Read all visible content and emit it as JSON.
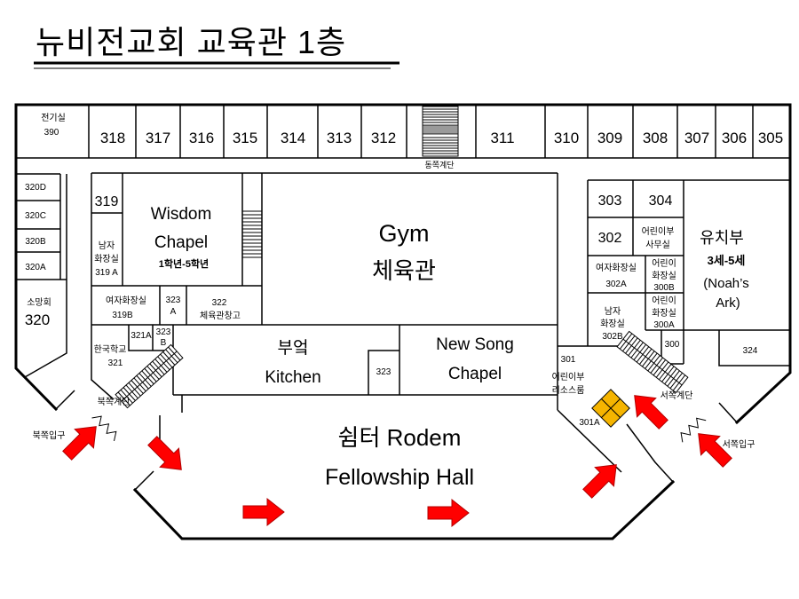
{
  "title": "뉴비전교회 교육관 1층",
  "top_row": {
    "electrical_room": {
      "name": "전기실",
      "number": "390"
    },
    "rooms": [
      "318",
      "317",
      "316",
      "315",
      "314",
      "313",
      "312",
      "311",
      "310",
      "309",
      "308",
      "307",
      "306",
      "305"
    ]
  },
  "stairs": {
    "east": "동쪽계단",
    "north": "북쪽계단",
    "west": "서쪽계단"
  },
  "entrances": {
    "north": "북쪽입구",
    "west": "서쪽입구"
  },
  "left_wing": {
    "rooms": [
      "320D",
      "320C",
      "320B",
      "320A"
    ],
    "hope_room": {
      "name": "소망회",
      "number": "320"
    }
  },
  "center": {
    "room_319": "319",
    "mens_restroom": {
      "line1": "남자",
      "line2": "화장실",
      "number": "319 A"
    },
    "wisdom_chapel": {
      "line1": "Wisdom",
      "line2": "Chapel",
      "grades": "1학년-5학년"
    },
    "womens_restroom": {
      "name": "여자화장실",
      "number": "319B"
    },
    "room_323a": {
      "line1": "323",
      "line2": "A"
    },
    "storage": {
      "number": "322",
      "name": "체육관창고"
    },
    "gym": {
      "english": "Gym",
      "korean": "체육관"
    },
    "kitchen": {
      "korean": "부엌",
      "english": "Kitchen"
    },
    "room_323": "323",
    "new_song_chapel": {
      "line1": "New Song",
      "line2": "Chapel"
    },
    "korean_school": {
      "name": "한국학교",
      "number": "321"
    },
    "room_321a": "321A",
    "room_323b": {
      "line1": "323",
      "line2": "B"
    }
  },
  "right_wing": {
    "room_303": "303",
    "room_304": "304",
    "room_302": "302",
    "childrens_office": {
      "line1": "어린이부",
      "line2": "사무실"
    },
    "womens_restroom": {
      "name": "여자화장실",
      "number": "302A"
    },
    "kids_restroom_b": {
      "line1": "어린이",
      "line2": "화장실",
      "number": "300B"
    },
    "mens_restroom": {
      "line1": "남자",
      "line2": "화장실",
      "number": "302B"
    },
    "kids_restroom_a": {
      "line1": "어린이",
      "line2": "화장실",
      "number": "300A"
    },
    "preschool": {
      "name": "유치부",
      "ages": "3세-5세",
      "english_line1": "(Noah’s",
      "english_line2": "Ark)"
    },
    "room_300": "300",
    "room_324": "324",
    "resource_room": {
      "number": "301",
      "line1": "어린이부",
      "line2": "리소스룸"
    },
    "room_301a": "301A"
  },
  "fellowship_hall": {
    "line1": "쉼터 Rodem",
    "line2": "Fellowship Hall"
  },
  "colors": {
    "arrow": "#ff0000",
    "arrow_outline": "#b00000",
    "elevator": "#f5b400",
    "wall": "#000000",
    "background": "#ffffff",
    "stair_landing": "#9a9a9a"
  },
  "icons": {
    "arrow": "red-arrow-icon",
    "elevator": "elevator-icon",
    "stairs": "stairs-icon",
    "door": "door-icon"
  }
}
